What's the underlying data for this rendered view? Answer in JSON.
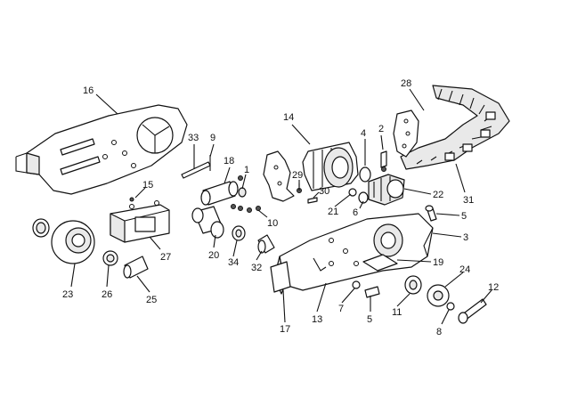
{
  "callouts": [
    {
      "id": "16",
      "label": "16"
    },
    {
      "id": "15",
      "label": "15"
    },
    {
      "id": "27",
      "label": "27"
    },
    {
      "id": "23",
      "label": "23"
    },
    {
      "id": "26",
      "label": "26"
    },
    {
      "id": "25",
      "label": "25"
    },
    {
      "id": "33",
      "label": "33"
    },
    {
      "id": "9",
      "label": "9"
    },
    {
      "id": "18",
      "label": "18"
    },
    {
      "id": "1",
      "label": "1"
    },
    {
      "id": "10",
      "label": "10"
    },
    {
      "id": "20",
      "label": "20"
    },
    {
      "id": "34",
      "label": "34"
    },
    {
      "id": "32",
      "label": "32"
    },
    {
      "id": "14",
      "label": "14"
    },
    {
      "id": "29",
      "label": "29"
    },
    {
      "id": "30",
      "label": "30"
    },
    {
      "id": "21",
      "label": "21"
    },
    {
      "id": "4",
      "label": "4"
    },
    {
      "id": "2",
      "label": "2"
    },
    {
      "id": "22",
      "label": "22"
    },
    {
      "id": "6",
      "label": "6"
    },
    {
      "id": "28",
      "label": "28"
    },
    {
      "id": "31",
      "label": "31"
    },
    {
      "id": "5a",
      "label": "5"
    },
    {
      "id": "3",
      "label": "3"
    },
    {
      "id": "19",
      "label": "19"
    },
    {
      "id": "24",
      "label": "24"
    },
    {
      "id": "12",
      "label": "12"
    },
    {
      "id": "17",
      "label": "17"
    },
    {
      "id": "13",
      "label": "13"
    },
    {
      "id": "7",
      "label": "7"
    },
    {
      "id": "5b",
      "label": "5"
    },
    {
      "id": "11",
      "label": "11"
    },
    {
      "id": "8",
      "label": "8"
    }
  ]
}
